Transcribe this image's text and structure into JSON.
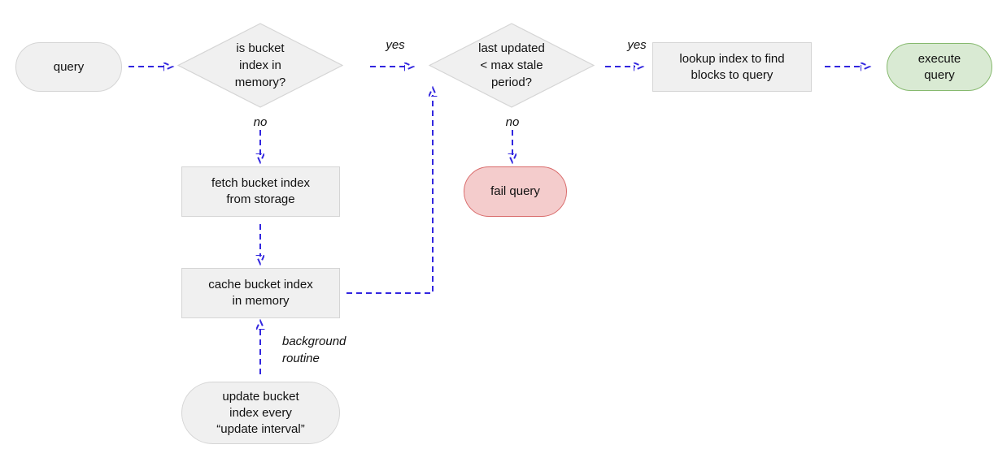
{
  "colors": {
    "background": "#ffffff",
    "arrow": "#3226df",
    "node_fill": "#f0f0f0",
    "node_border": "#d5d5d5",
    "success_fill": "#d9ead3",
    "success_border": "#86b96e",
    "fail_fill": "#f4cccc",
    "fail_border": "#d96a6a",
    "text": "#111111"
  },
  "nodes": {
    "query": {
      "label": "query",
      "type": "terminal"
    },
    "index_in_memory": {
      "label": "is bucket\nindex in\nmemory?",
      "type": "decision"
    },
    "last_updated": {
      "label": "last updated\n< max stale\nperiod?",
      "type": "decision"
    },
    "lookup_index": {
      "label": "lookup index to find\nblocks to query",
      "type": "process"
    },
    "execute_query": {
      "label": "execute\nquery",
      "type": "terminal-success"
    },
    "fail_query": {
      "label": "fail query",
      "type": "terminal-fail"
    },
    "fetch_index": {
      "label": "fetch bucket index\nfrom storage",
      "type": "process"
    },
    "cache_index": {
      "label": "cache bucket index\nin memory",
      "type": "process"
    },
    "update_index": {
      "label": "update bucket\nindex every\n“update interval”",
      "type": "terminal"
    }
  },
  "edge_labels": {
    "yes_1": "yes",
    "no_1": "no",
    "yes_2": "yes",
    "no_2": "no",
    "background_routine": "background\nroutine"
  }
}
